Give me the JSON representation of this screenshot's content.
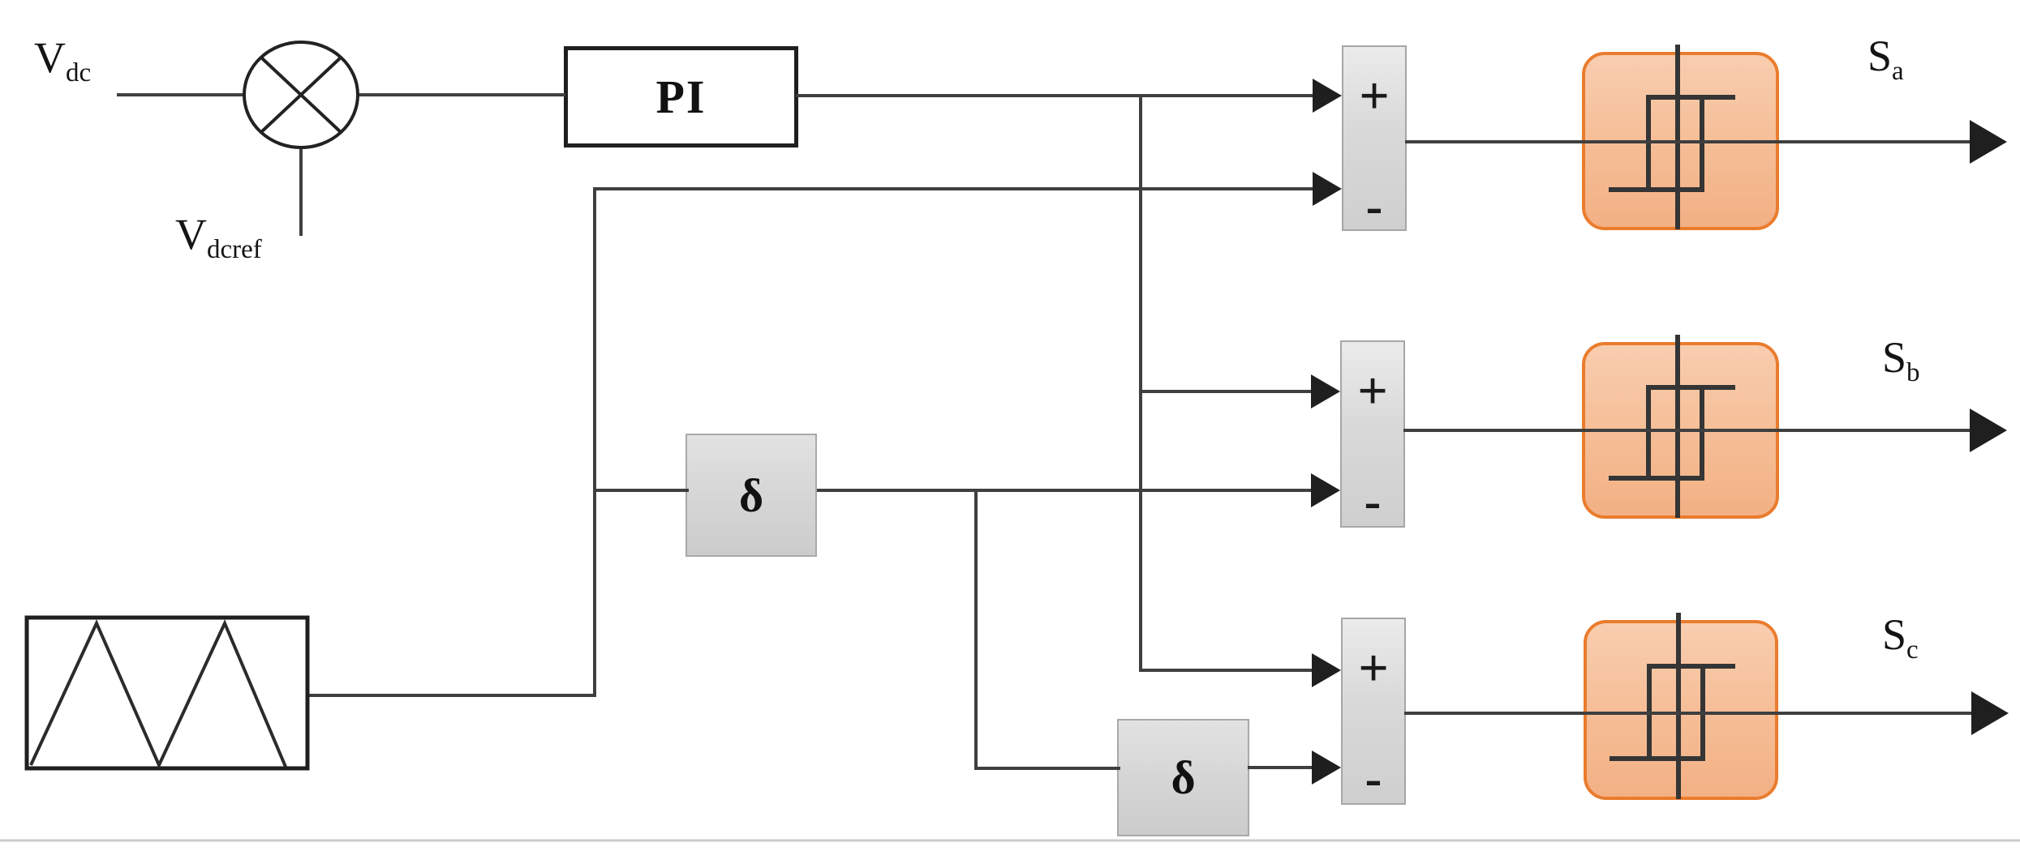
{
  "diagram": {
    "kind": "control block diagram",
    "description": "DC-link voltage PI control with triangular carrier, phase-shift (delta) blocks, summing junctions and hysteresis comparators generating switching signals"
  },
  "labels": {
    "vdc": {
      "main": "V",
      "sub": "dc"
    },
    "vdcref": {
      "main": "V",
      "sub": "dcref"
    },
    "pi_block": "PI",
    "delta_block_1": "δ",
    "delta_block_2": "δ",
    "plus": "+",
    "minus": "-",
    "outputs": [
      {
        "main": "S",
        "sub": "a"
      },
      {
        "main": "S",
        "sub": "b"
      },
      {
        "main": "S",
        "sub": "c"
      }
    ]
  },
  "colors": {
    "background": "#FFFFFF",
    "wire": "#3F3F3F",
    "arrowhead": "#1F1F1F",
    "hysteresis_fill_top": "#F8CDAF",
    "hysteresis_fill_bottom": "#F3B084",
    "hysteresis_border": "#EA7C2D",
    "gray_block_fill": "#D9D9D9",
    "gray_block_border": "#A6A6A6",
    "footer_rule": "#CCCCCC"
  }
}
